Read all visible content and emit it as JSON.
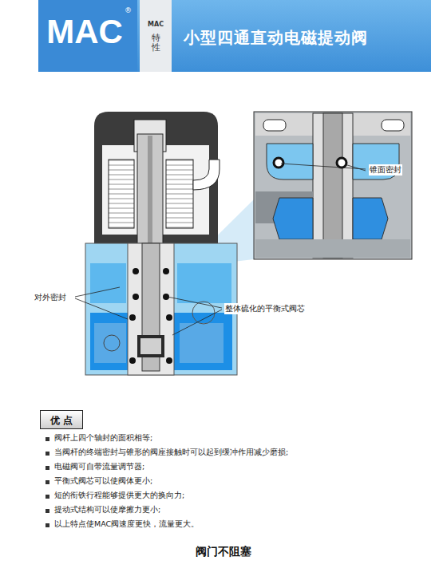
{
  "diagram": {
    "title": "小型四通直动电磁提动阀",
    "caption": "阀门不阻塞",
    "nodes": [
      {
        "text": [
          "MAC",
          "®"
        ]
      },
      {
        "text": [
          "MAC",
          "特性"
        ]
      },
      {
        "text": [
          "优 点"
        ]
      }
    ],
    "labels": [
      "锥面密封",
      "对外密封",
      "整体硫化的平衡式阀芯",
      "阀杆上四个轴封的面积相等;",
      "当阀杆的终端密封与锥形的阀座接触时可以起到缓冲作用减少磨损;",
      "电磁阀可自带流量调节器;",
      "平衡式阀芯可以使阀体更小;",
      "短的衔铁行程能够提供更大的换向力;",
      "提动式结构可以使摩擦力更小;",
      "以上特点使MAC阀速度更快，流量更大。"
    ]
  }
}
